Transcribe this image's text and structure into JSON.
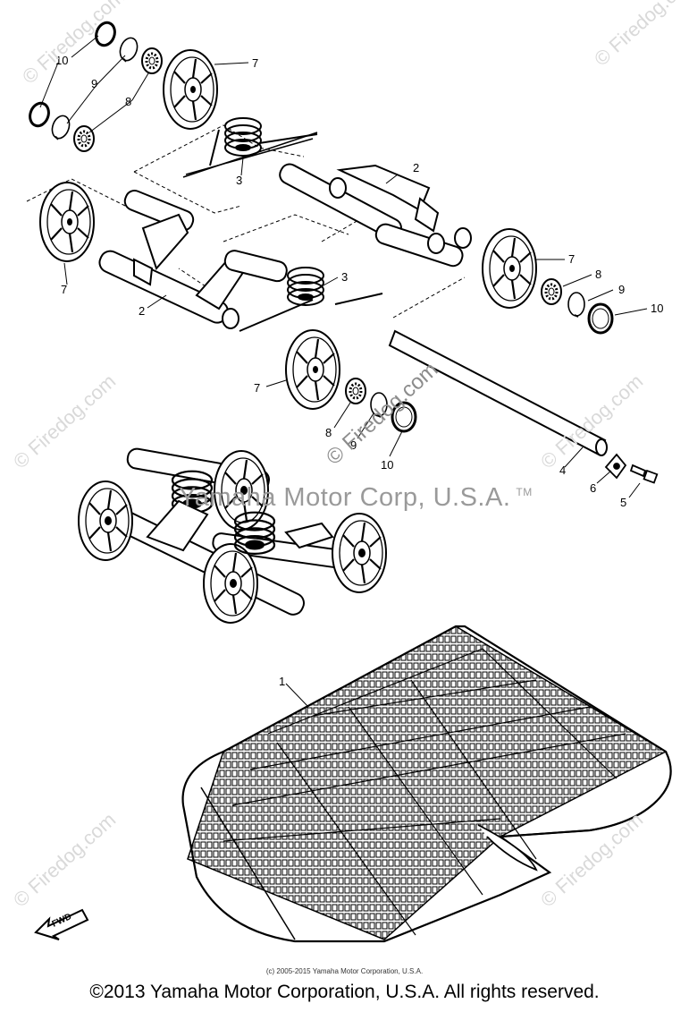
{
  "callouts": {
    "c10a": "10",
    "c9a": "9",
    "c8a": "8",
    "c7a": "7",
    "c3a": "3",
    "c2a": "2",
    "c7b": "7",
    "c2b": "2",
    "c3b": "3",
    "c7c": "7",
    "c8c": "8",
    "c9c": "9",
    "c10c": "10",
    "c7d": "7",
    "c8d": "8",
    "c9d": "9",
    "c10d": "10",
    "c4": "4",
    "c6": "6",
    "c5": "5",
    "c1": "1"
  },
  "watermark": {
    "main": "Yamaha Motor Corp, U.S.A.",
    "tm": "TM",
    "firedog_center": "© Firedog.com",
    "firedog_tl": "© Firedog.com",
    "firedog_tr": "© Firedog.com",
    "firedog_ml": "© Firedog.com",
    "firedog_mr": "© Firedog.com",
    "firedog_bl": "© Firedog.com",
    "firedog_br": "© Firedog.com"
  },
  "fwd_label": "FWD",
  "copyright_small": "(c) 2005-2015 Yamaha Motor Corporation, U.S.A.",
  "copyright_main": "©2013 Yamaha Motor Corporation, U.S.A. All rights reserved."
}
